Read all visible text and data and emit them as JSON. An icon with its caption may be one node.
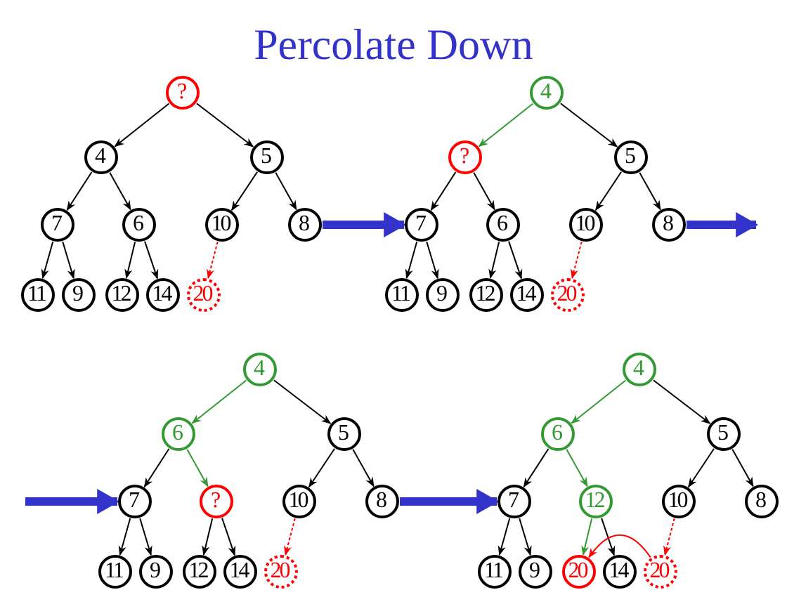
{
  "diagram": {
    "title": "Percolate Down",
    "nodes": [
      {
        "text": [
          "?"
        ]
      },
      {
        "text": [
          "4"
        ]
      },
      {
        "text": [
          "5"
        ]
      },
      {
        "text": [
          "7"
        ]
      },
      {
        "text": [
          "6"
        ]
      },
      {
        "text": [
          "10"
        ]
      },
      {
        "text": [
          "8"
        ]
      },
      {
        "text": [
          "11"
        ]
      },
      {
        "text": [
          "9"
        ]
      },
      {
        "text": [
          "12"
        ]
      },
      {
        "text": [
          "14"
        ]
      },
      {
        "text": [
          "20"
        ]
      },
      {
        "text": [
          "4"
        ]
      },
      {
        "text": [
          "?"
        ]
      },
      {
        "text": [
          "5"
        ]
      },
      {
        "text": [
          "7"
        ]
      },
      {
        "text": [
          "6"
        ]
      },
      {
        "text": [
          "10"
        ]
      },
      {
        "text": [
          "8"
        ]
      },
      {
        "text": [
          "11"
        ]
      },
      {
        "text": [
          "9"
        ]
      },
      {
        "text": [
          "12"
        ]
      },
      {
        "text": [
          "14"
        ]
      },
      {
        "text": [
          "20"
        ]
      },
      {
        "text": [
          "4"
        ]
      },
      {
        "text": [
          "6"
        ]
      },
      {
        "text": [
          "5"
        ]
      },
      {
        "text": [
          "7"
        ]
      },
      {
        "text": [
          "?"
        ]
      },
      {
        "text": [
          "10"
        ]
      },
      {
        "text": [
          "8"
        ]
      },
      {
        "text": [
          "11"
        ]
      },
      {
        "text": [
          "9"
        ]
      },
      {
        "text": [
          "12"
        ]
      },
      {
        "text": [
          "14"
        ]
      },
      {
        "text": [
          "20"
        ]
      },
      {
        "text": [
          "4"
        ]
      },
      {
        "text": [
          "6"
        ]
      },
      {
        "text": [
          "5"
        ]
      },
      {
        "text": [
          "7"
        ]
      },
      {
        "text": [
          "12"
        ]
      },
      {
        "text": [
          "10"
        ]
      },
      {
        "text": [
          "8"
        ]
      },
      {
        "text": [
          "11"
        ]
      },
      {
        "text": [
          "9"
        ]
      },
      {
        "text": [
          "20"
        ]
      },
      {
        "text": [
          "14"
        ]
      },
      {
        "text": [
          "20"
        ]
      }
    ],
    "edges": [
      {
        "from": 0,
        "to": 1,
        "arrow": "to"
      },
      {
        "from": 0,
        "to": 2,
        "arrow": "to"
      },
      {
        "from": 1,
        "to": 3,
        "arrow": "to"
      },
      {
        "from": 1,
        "to": 4,
        "arrow": "to"
      },
      {
        "from": 2,
        "to": 5,
        "arrow": "to"
      },
      {
        "from": 2,
        "to": 6,
        "arrow": "to"
      },
      {
        "from": 3,
        "to": 7,
        "arrow": "to"
      },
      {
        "from": 3,
        "to": 8,
        "arrow": "to"
      },
      {
        "from": 4,
        "to": 9,
        "arrow": "to"
      },
      {
        "from": 4,
        "to": 10,
        "arrow": "to"
      },
      {
        "from": 5,
        "to": 11,
        "arrow": "to",
        "style": "dashed",
        "color": "#ff0000"
      },
      {
        "from": 12,
        "to": 13,
        "arrow": "to",
        "color": "#339933"
      },
      {
        "from": 12,
        "to": 14,
        "arrow": "to"
      },
      {
        "from": 13,
        "to": 15,
        "arrow": "to"
      },
      {
        "from": 13,
        "to": 16,
        "arrow": "to"
      },
      {
        "from": 14,
        "to": 17,
        "arrow": "to"
      },
      {
        "from": 14,
        "to": 18,
        "arrow": "to"
      },
      {
        "from": 15,
        "to": 19,
        "arrow": "to"
      },
      {
        "from": 15,
        "to": 20,
        "arrow": "to"
      },
      {
        "from": 16,
        "to": 21,
        "arrow": "to"
      },
      {
        "from": 16,
        "to": 22,
        "arrow": "to"
      },
      {
        "from": 17,
        "to": 23,
        "arrow": "to",
        "style": "dashed",
        "color": "#ff0000"
      },
      {
        "from": 24,
        "to": 25,
        "arrow": "to",
        "color": "#339933"
      },
      {
        "from": 24,
        "to": 26,
        "arrow": "to"
      },
      {
        "from": 25,
        "to": 27,
        "arrow": "to"
      },
      {
        "from": 25,
        "to": 28,
        "arrow": "to",
        "color": "#339933"
      },
      {
        "from": 26,
        "to": 29,
        "arrow": "to"
      },
      {
        "from": 26,
        "to": 30,
        "arrow": "to"
      },
      {
        "from": 27,
        "to": 31,
        "arrow": "to"
      },
      {
        "from": 27,
        "to": 32,
        "arrow": "to"
      },
      {
        "from": 28,
        "to": 33,
        "arrow": "to"
      },
      {
        "from": 28,
        "to": 34,
        "arrow": "to"
      },
      {
        "from": 29,
        "to": 35,
        "arrow": "to",
        "style": "dashed",
        "color": "#ff0000"
      },
      {
        "from": 36,
        "to": 37,
        "arrow": "to",
        "color": "#339933"
      },
      {
        "from": 36,
        "to": 38,
        "arrow": "to"
      },
      {
        "from": 37,
        "to": 39,
        "arrow": "to"
      },
      {
        "from": 37,
        "to": 40,
        "arrow": "to",
        "color": "#339933"
      },
      {
        "from": 38,
        "to": 41,
        "arrow": "to"
      },
      {
        "from": 38,
        "to": 42,
        "arrow": "to"
      },
      {
        "from": 39,
        "to": 43,
        "arrow": "to"
      },
      {
        "from": 39,
        "to": 44,
        "arrow": "to"
      },
      {
        "from": 40,
        "to": 45,
        "arrow": "to",
        "color": "#339933"
      },
      {
        "from": 40,
        "to": 46,
        "arrow": "to"
      },
      {
        "from": 41,
        "to": 47,
        "arrow": "to",
        "style": "dashed",
        "color": "#ff0000"
      },
      {
        "from": 47,
        "to": 45,
        "arrow": "to",
        "color": "#ff0000"
      },
      {
        "from": 6,
        "to": 15,
        "arrow": "to",
        "style": "thick",
        "color": "#3333cc"
      },
      {
        "from": 18,
        "to": null,
        "arrow": "to",
        "style": "thick",
        "color": "#3333cc"
      },
      {
        "from": null,
        "to": 27,
        "arrow": "to",
        "style": "thick",
        "color": "#3333cc"
      },
      {
        "from": 30,
        "to": 39,
        "arrow": "to",
        "style": "thick",
        "color": "#3333cc"
      }
    ]
  }
}
